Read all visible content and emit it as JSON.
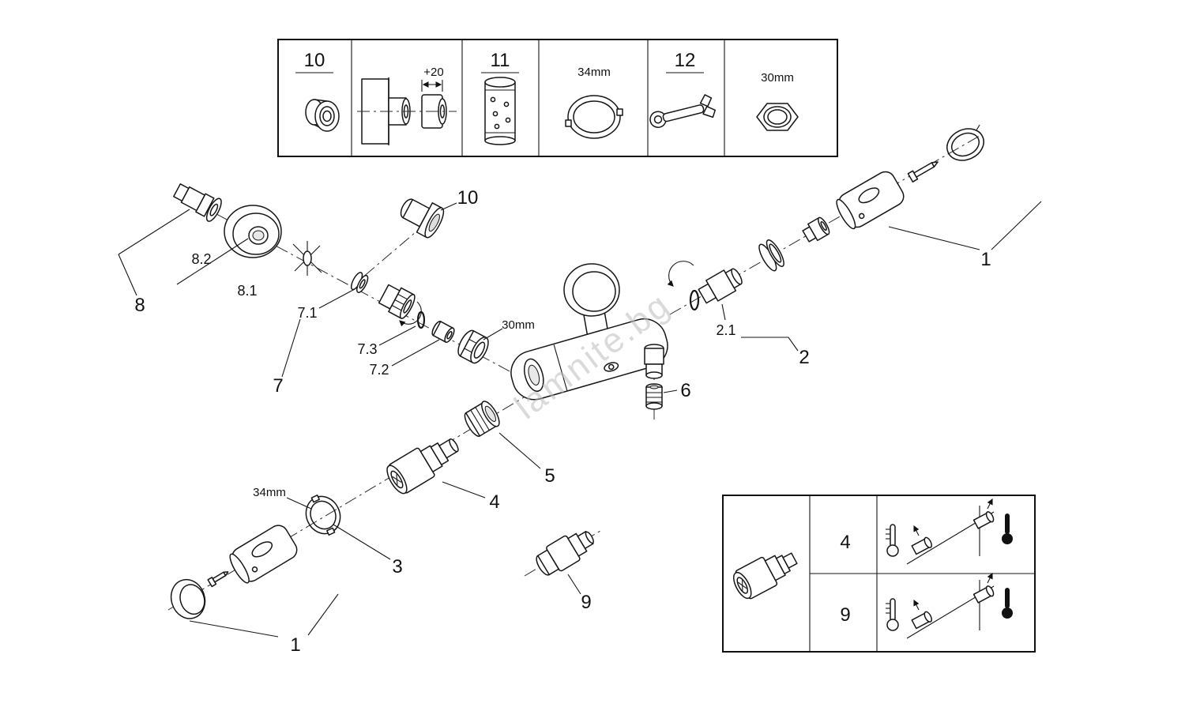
{
  "watermark": "lamnite.bg",
  "top_panel": {
    "item10_label": "10",
    "install_dim": "+20",
    "item11_label": "11",
    "ring_dim": "34mm",
    "item12_label": "12",
    "nut_dim": "30mm"
  },
  "callouts": {
    "c10": "10",
    "c8_2": "8.2",
    "c8_1": "8.1",
    "c8": "8",
    "c7_1": "7.1",
    "c30mm": "30mm",
    "c7_3": "7.3",
    "c7_2": "7.2",
    "c7": "7",
    "c6": "6",
    "c2_1": "2.1",
    "c2": "2",
    "c1_right": "1",
    "c5": "5",
    "c4": "4",
    "c34mm": "34mm",
    "c3": "3",
    "c9": "9",
    "c1_left": "1"
  },
  "adjust_panel": {
    "row4_label": "4",
    "row9_label": "9"
  }
}
